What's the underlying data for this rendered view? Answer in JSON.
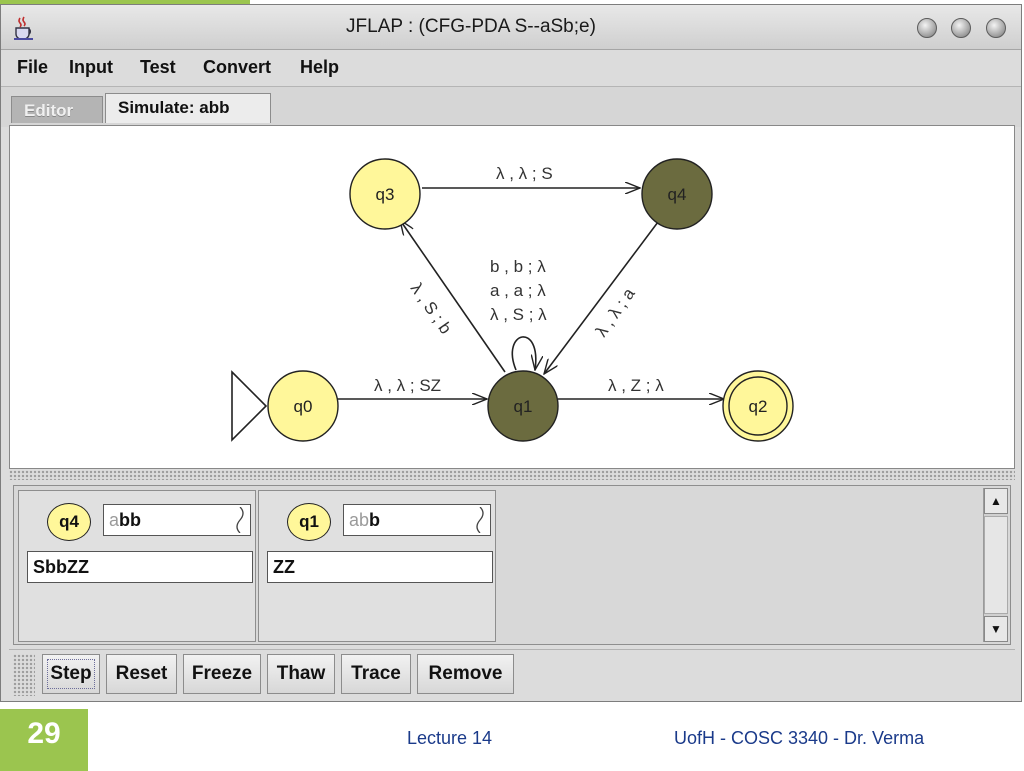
{
  "window": {
    "title": "JFLAP : (CFG-PDA S--aSb;e)"
  },
  "menu": [
    "File",
    "Input",
    "Test",
    "Convert",
    "Help"
  ],
  "tabs": [
    {
      "label": "Editor",
      "active": false
    },
    {
      "label": "Simulate: abb",
      "active": true
    }
  ],
  "automaton": {
    "states": [
      {
        "id": "q0",
        "label": "q0",
        "fill": "#fff79a",
        "initial": true,
        "final": false
      },
      {
        "id": "q1",
        "label": "q1",
        "fill": "#6b6b3f",
        "initial": false,
        "final": false
      },
      {
        "id": "q2",
        "label": "q2",
        "fill": "#fff79a",
        "initial": false,
        "final": true
      },
      {
        "id": "q3",
        "label": "q3",
        "fill": "#fff79a",
        "initial": false,
        "final": false
      },
      {
        "id": "q4",
        "label": "q4",
        "fill": "#6b6b3f",
        "initial": false,
        "final": false
      }
    ],
    "transitions": [
      {
        "from": "q0",
        "to": "q1",
        "label": "λ , λ ; SZ"
      },
      {
        "from": "q1",
        "to": "q2",
        "label": "λ , Z ; λ"
      },
      {
        "from": "q3",
        "to": "q4",
        "label": "λ , λ ; S"
      },
      {
        "from": "q4",
        "to": "q1",
        "label": "λ , λ ; a"
      },
      {
        "from": "q1",
        "to": "q3",
        "label": "λ , S ; b"
      },
      {
        "from": "q1",
        "to": "q1",
        "labels": [
          "b , b ; λ",
          "a , a ; λ",
          "λ , S ; λ"
        ]
      }
    ]
  },
  "configurations": [
    {
      "state": "q4",
      "input_read": "a",
      "input_remaining": "bb",
      "stack": "SbbZZ"
    },
    {
      "state": "q1",
      "input_read": "ab",
      "input_remaining": "b",
      "stack": "ZZ"
    }
  ],
  "buttons": [
    "Step",
    "Reset",
    "Freeze",
    "Thaw",
    "Trace",
    "Remove"
  ],
  "footer": {
    "page_number": "29",
    "lecture": "Lecture 14",
    "course": "UofH - COSC 3340 - Dr. Verma"
  }
}
